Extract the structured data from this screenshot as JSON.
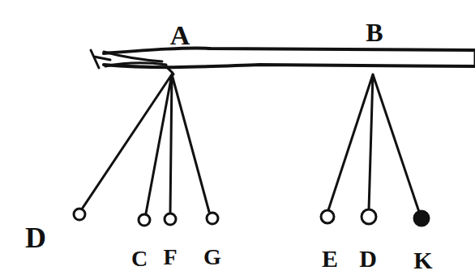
{
  "diagram": {
    "labels": [
      "A",
      "B",
      "D",
      "C",
      "F",
      "G",
      "E",
      "D",
      "K"
    ]
  }
}
